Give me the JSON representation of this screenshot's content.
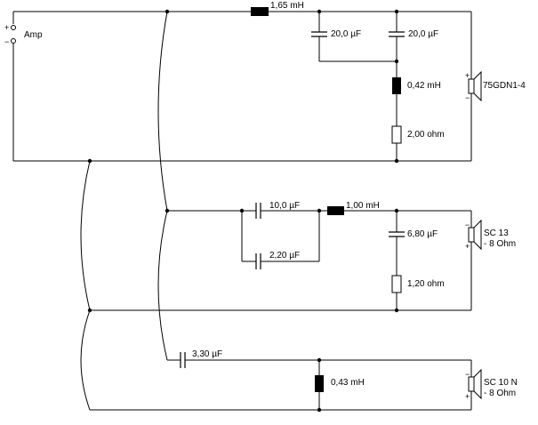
{
  "amp": {
    "label": "Amp",
    "plus": "+",
    "minus": "−"
  },
  "woofer": {
    "series_inductor": "1,65 mH",
    "cap_a": "20,0 µF",
    "cap_b": "20,0 µF",
    "shunt_inductor": "0,42 mH",
    "resistor": "2,00 ohm",
    "speaker": "75GDN1-4",
    "plus": "+",
    "minus": "−"
  },
  "mid": {
    "cap_a": "10,0 µF",
    "cap_b": "2,20 µF",
    "series_inductor": "1,00 mH",
    "shunt_cap": "6,80 µF",
    "resistor": "1,20 ohm",
    "speaker_name": "SC 13",
    "speaker_imp": "- 8 Ohm",
    "plus": "+",
    "minus": "−"
  },
  "tweeter": {
    "cap": "3,30 µF",
    "shunt_inductor": "0,43 mH",
    "speaker_name": "SC 10 N",
    "speaker_imp": "- 8 Ohm",
    "plus": "+",
    "minus": "−"
  }
}
